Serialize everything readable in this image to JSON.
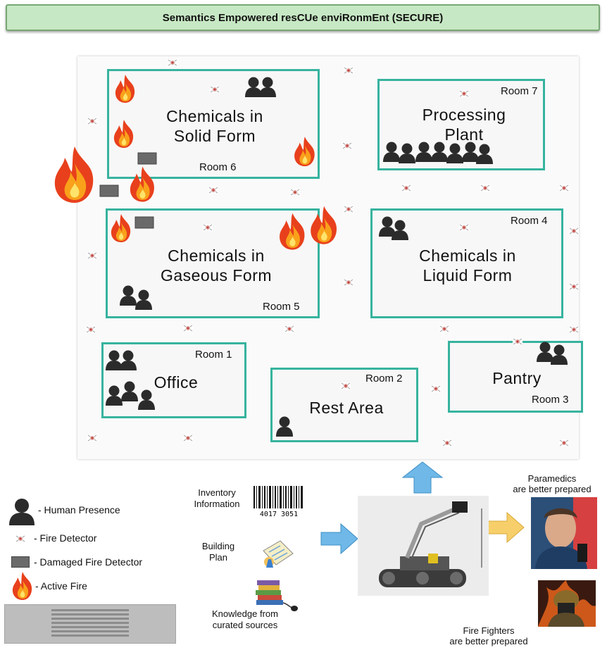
{
  "title": "Semantics Empowered resCUe enviRonmEnt (SECURE)",
  "rooms": {
    "room6": {
      "label": "Room 6",
      "name_line1": "Chemicals in",
      "name_line2": "Solid Form"
    },
    "room7": {
      "label": "Room 7",
      "name_line1": "Processing",
      "name_line2": "Plant"
    },
    "room5": {
      "label": "Room 5",
      "name_line1": "Chemicals in",
      "name_line2": "Gaseous Form"
    },
    "room4": {
      "label": "Room 4",
      "name_line1": "Chemicals in",
      "name_line2": "Liquid Form"
    },
    "room1": {
      "label": "Room 1",
      "name": "Office"
    },
    "room2": {
      "label": "Room 2",
      "name": "Rest Area"
    },
    "room3": {
      "label": "Room 3",
      "name": "Pantry"
    }
  },
  "legend": {
    "human": "- Human Presence",
    "detector": "- Fire Detector",
    "damaged": "- Damaged Fire Detector",
    "fire": "- Active Fire"
  },
  "sources": {
    "inventory_line1": "Inventory",
    "inventory_line2": "Information",
    "barcode_number": "4017 3051",
    "building_line1": "Building",
    "building_line2": "Plan",
    "knowledge_line1": "Knowledge from",
    "knowledge_line2": "curated sources"
  },
  "outcomes": {
    "paramedics_line1": "Paramedics",
    "paramedics_line2": "are better prepared",
    "fighters_line1": "Fire Fighters",
    "fighters_line2": "are better prepared"
  },
  "colors": {
    "room_border": "#37b39f",
    "title_bg": "#c7e8c4",
    "arrow_blue": "#6fb8e8",
    "arrow_yellow": "#f7cf6a",
    "fire_red": "#e8401c",
    "fire_orange": "#f9a11b"
  }
}
